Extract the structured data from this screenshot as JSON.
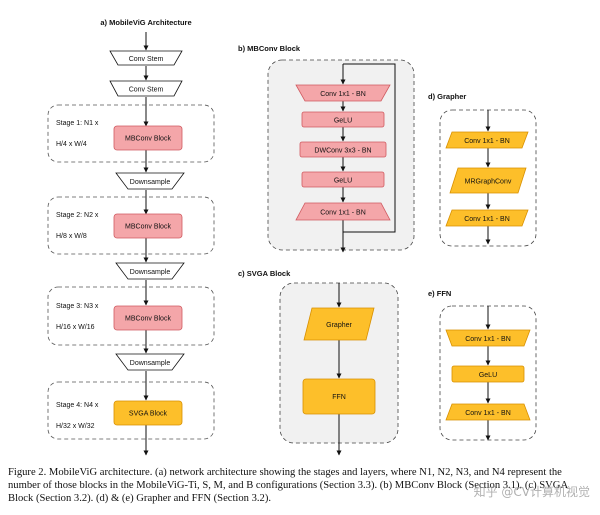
{
  "colors": {
    "red_fill": "#f4a6a9",
    "red_stroke": "#d05a60",
    "orange_fill": "#fdbf2a",
    "orange_stroke": "#d89000",
    "panel_fill": "#f1f1f1",
    "line": "#111111"
  },
  "a": {
    "title": "a) MobileViG Architecture",
    "conv_stem": "Conv Stem",
    "stage1_title": "Stage 1: N1 x",
    "stage1_size": "H/4 x W/4",
    "stage2_title": "Stage 2: N2 x",
    "stage2_size": "H/8 x W/8",
    "stage3_title": "Stage 3: N3 x",
    "stage3_size": "H/16 x W/16",
    "stage4_title": "Stage 4: N4 x",
    "stage4_size": "H/32 x W/32",
    "mbconv_block": "MBConv Block",
    "svga_block": "SVGA Block",
    "downsample": "Downsample"
  },
  "b": {
    "title": "b) MBConv Block",
    "conv1": "Conv 1x1 - BN",
    "gelu": "GeLU",
    "dwconv": "DWConv 3x3 - BN"
  },
  "c": {
    "title": "c) SVGA Block",
    "grapher": "Grapher",
    "ffn": "FFN"
  },
  "d": {
    "title": "d) Grapher",
    "conv1": "Conv 1x1 - BN",
    "mrgraphconv": "MRGraphConv"
  },
  "e": {
    "title": "e) FFN",
    "conv1": "Conv 1x1 - BN",
    "gelu": "GeLU"
  },
  "caption": "Figure 2. MobileViG architecture. (a) network architecture showing the stages and layers, where N1, N2, N3, and N4 represent the number of those blocks in the MobileViG-Ti, S, M, and B configurations (Section 3.3). (b) MBConv Block (Section 3.1). (c) SVGA Block (Section 3.2). (d) & (e) Grapher and FFN (Section 3.2).",
  "watermark": "知乎 @CV计算机视觉"
}
